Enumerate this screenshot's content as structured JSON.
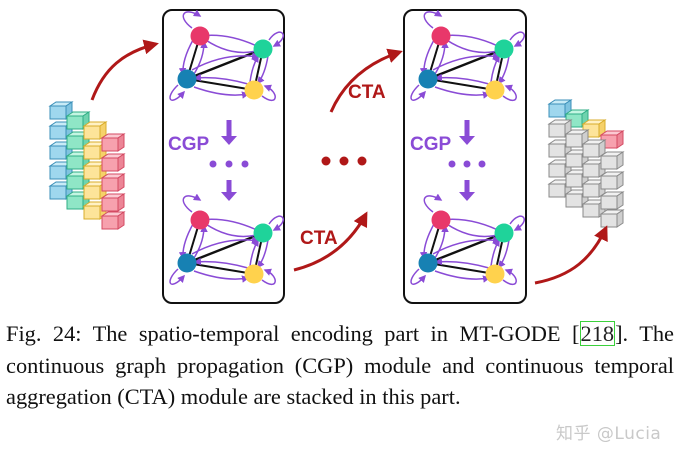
{
  "labels": {
    "cgp_left": "CGP",
    "cgp_right": "CGP",
    "cta_top": "CTA",
    "cta_bottom": "CTA"
  },
  "colors": {
    "arrow_red": "#b01818",
    "purple": "#8a4bd6",
    "node_pink": "#e8386a",
    "node_teal": "#1fd39a",
    "node_blue": "#1781b3",
    "node_yellow": "#ffd24d"
  },
  "caption": {
    "prefix": "Fig. 24: The spatio-temporal encoding part in MT-GODE [",
    "ref": "218",
    "suffix": "]. The continuous graph propagation (CGP) module and continuous temporal aggregation (CTA) module are stacked in this part."
  },
  "watermark": "知乎 @Lucia"
}
